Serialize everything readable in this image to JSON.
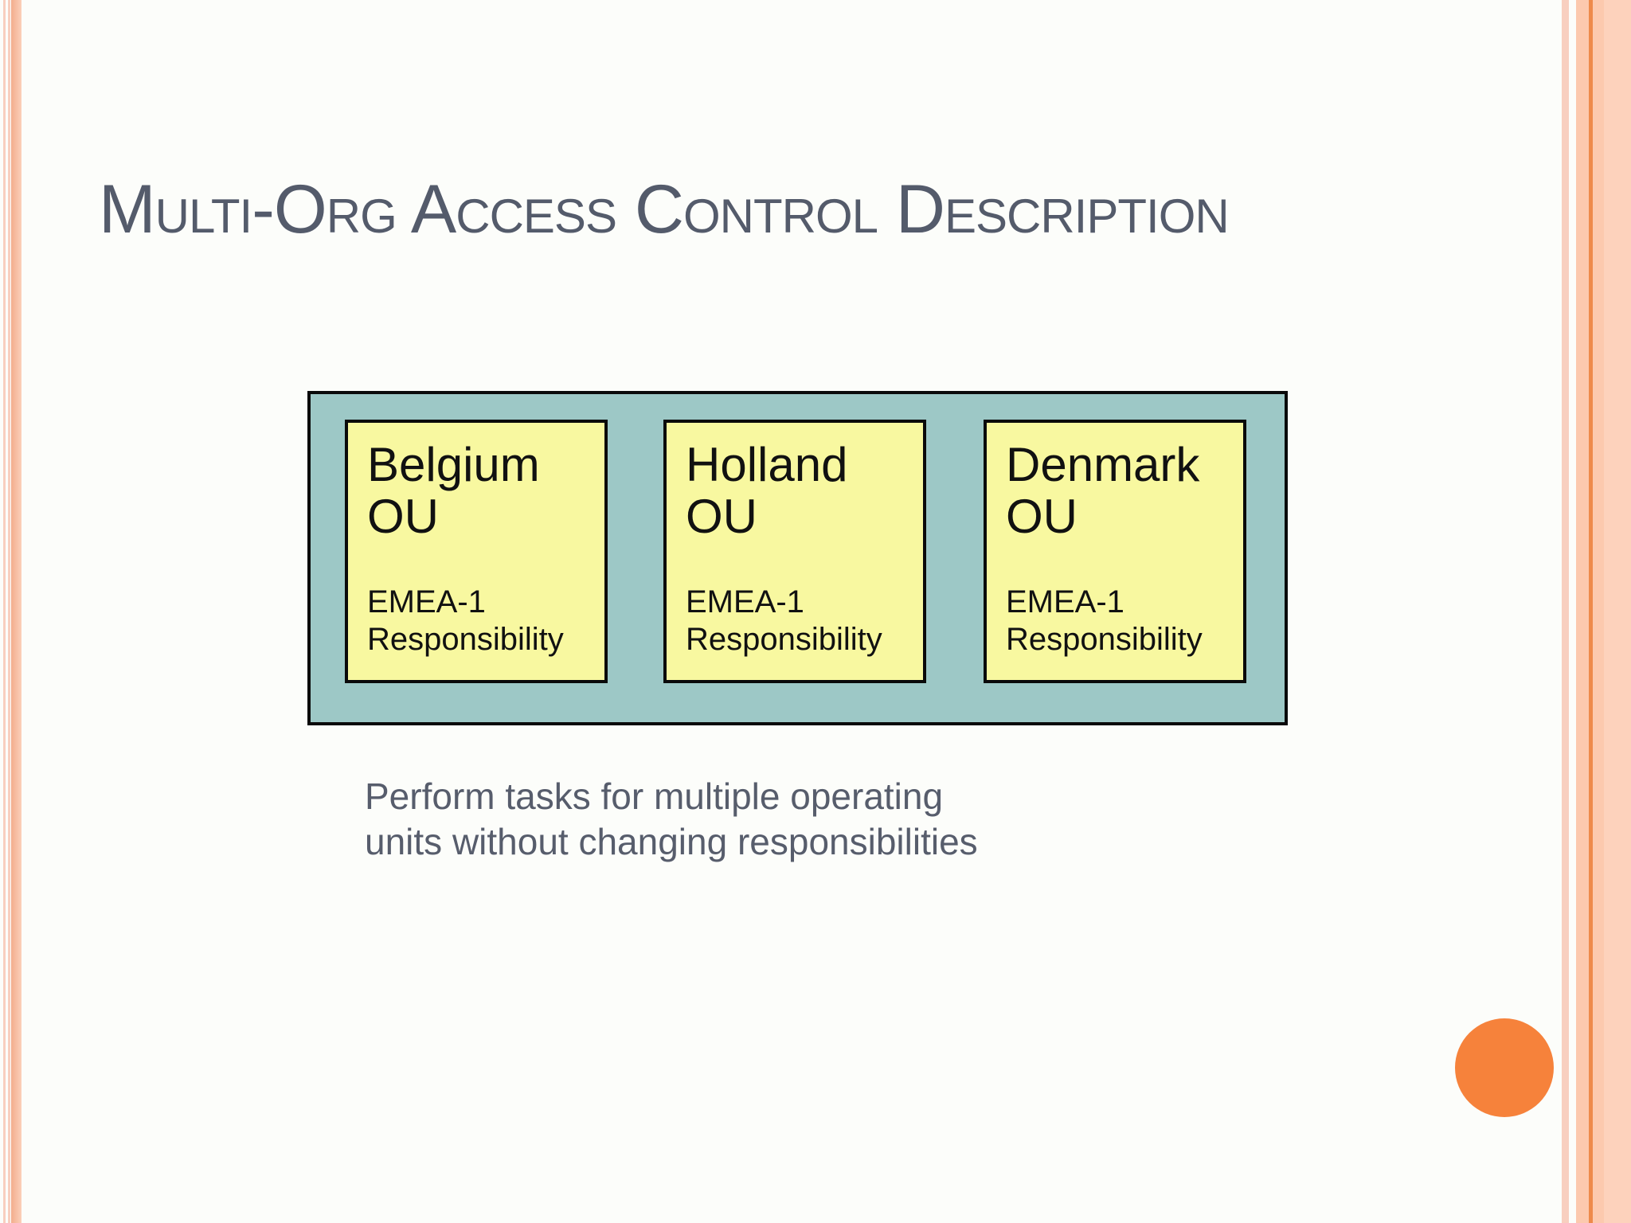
{
  "slide": {
    "title": "Multi-Org Access Control Description",
    "caption": "Perform tasks for multiple operating\nunits without changing responsibilities"
  },
  "diagram": {
    "container_label": "operating-units-group",
    "boxes": [
      {
        "name": "Belgium",
        "unit": "OU",
        "responsibility_line1": "EMEA-1",
        "responsibility_line2": "Responsibility"
      },
      {
        "name": "Holland",
        "unit": "OU",
        "responsibility_line1": "EMEA-1",
        "responsibility_line2": "Responsibility"
      },
      {
        "name": "Denmark",
        "unit": "OU",
        "responsibility_line1": "EMEA-1",
        "responsibility_line2": "Responsibility"
      }
    ]
  },
  "colors": {
    "bg": "#fcfdfa",
    "stripe": "#f8cfbf",
    "band-left-a": "#f3ad8c",
    "band-left-b": "#fbd0ba",
    "band-right": "#fcc9ae",
    "band-right-light": "#fdd2bc",
    "band-right-line": "#ee8a4b",
    "title-color": "#545b6b",
    "caption-color": "#575d6c",
    "teal": "#9dc8c6",
    "yellow": "#f8f8a0",
    "box-border": "#0a0a0a",
    "circle": "#f6823b",
    "box-text": "#111111"
  }
}
